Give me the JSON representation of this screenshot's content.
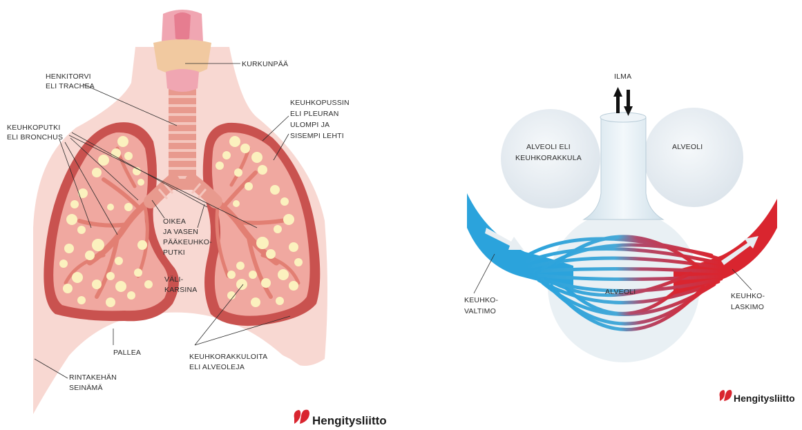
{
  "left_diagram": {
    "labels": {
      "kurkunpaa": [
        "KURKUNPÄÄ"
      ],
      "henkitorvi": [
        "HENKITORVI",
        "ELI TRACHEA"
      ],
      "keuhkopussin": [
        "KEUHKOPUSSIN",
        "ELI PLEURAN",
        "ULOMPI JA",
        "SISEMPI LEHTI"
      ],
      "keuhkoputki": [
        "KEUHKOPUTKI",
        "ELI BRONCHUS"
      ],
      "paakeuhkoputki": [
        "OIKEA",
        "JA VASEN",
        "PÄÄKEUHKO-",
        "PUTKI"
      ],
      "valikarsina": [
        "VÄLI-",
        "KARSINA"
      ],
      "pallea": [
        "PALLEA"
      ],
      "keuhkorakkuloita": [
        "KEUHKORAKKULOITA",
        "ELI ALVEOLEJA"
      ],
      "rintakehan": [
        "RINTAKEHÄN",
        "SEINÄMÄ"
      ]
    },
    "logo_text": "Hengitysliitto"
  },
  "right_diagram": {
    "labels": {
      "ilma": [
        "ILMA"
      ],
      "alveoli_left": [
        "ALVEOLI ELI",
        "KEUHKORAKKULA"
      ],
      "alveoli_right": [
        "ALVEOLI"
      ],
      "alveoli_center": [
        "ALVEOLI"
      ],
      "keuhkovaltimo": [
        "KEUHKO-",
        "VALTIMO"
      ],
      "keuhkolaskimo": [
        "KEUHKO-",
        "LASKIMO"
      ]
    },
    "logo_text": "Hengitysliitto"
  },
  "colors": {
    "body_pink": "#f8d8d2",
    "lung_dark": "#c9524f",
    "lung_inner": "#f0a8a0",
    "alveoli_yellow": "#fbf1be",
    "trachea": "#e89a8e",
    "larynx": "#f1c9a0",
    "artery_blue": "#2ba3dc",
    "vein_red": "#d9252f",
    "bubble": "#e7edf2",
    "logo_red": "#d9252f"
  }
}
